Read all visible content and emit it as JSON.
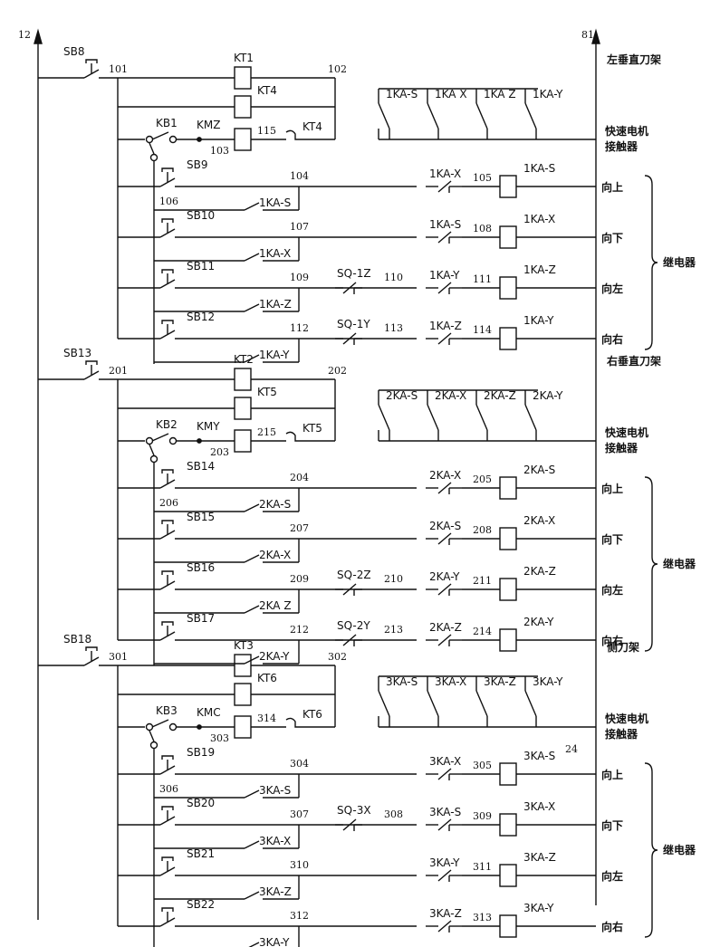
{
  "rails": {
    "left": "12",
    "right": "81"
  },
  "sections": [
    {
      "id": "s1",
      "title": "左垂直刀架",
      "motor_label": [
        "快速电机",
        "接触器"
      ],
      "start_button": "SB8",
      "node_in": "101",
      "node_out": "102",
      "timers": [
        "KT1",
        "KT4"
      ],
      "selector": "KB1",
      "contactor": "KMZ",
      "contactor_node": "103",
      "contactor_node2": "115",
      "timer_contact": "KT4",
      "contacts": [
        "1KA-S",
        "1KA X",
        "1KA Z",
        "1KA-Y"
      ],
      "group_label": "继电器",
      "rows": [
        {
          "button": "SB9",
          "node_a": "104",
          "node_seal": "106",
          "seal": "1KA-S",
          "limit": "",
          "node_lim": "",
          "interlock": "1KA-X",
          "node_b": "105",
          "relay": "1KA-S",
          "dir": "向上"
        },
        {
          "button": "SB10",
          "node_a": "107",
          "node_seal": "",
          "seal": "1KA-X",
          "limit": "",
          "node_lim": "",
          "interlock": "1KA-S",
          "node_b": "108",
          "relay": "1KA-X",
          "dir": "向下"
        },
        {
          "button": "SB11",
          "node_a": "109",
          "node_seal": "",
          "seal": "1KA-Z",
          "limit": "SQ-1Z",
          "node_lim": "110",
          "interlock": "1KA-Y",
          "node_b": "111",
          "relay": "1KA-Z",
          "dir": "向左"
        },
        {
          "button": "SB12",
          "node_a": "112",
          "node_seal": "",
          "seal": "1KA-Y",
          "limit": "SQ-1Y",
          "node_lim": "113",
          "interlock": "1KA-Z",
          "node_b": "114",
          "relay": "1KA-Y",
          "dir": "向右"
        }
      ]
    },
    {
      "id": "s2",
      "title": "右垂直刀架",
      "motor_label": [
        "快速电机",
        "接触器"
      ],
      "start_button": "SB13",
      "node_in": "201",
      "node_out": "202",
      "timers": [
        "KT2",
        "KT5"
      ],
      "selector": "KB2",
      "contactor": "KMY",
      "contactor_node": "203",
      "contactor_node2": "215",
      "timer_contact": "KT5",
      "contacts": [
        "2KA-S",
        "2KA-X",
        "2KA-Z",
        "2KA-Y"
      ],
      "group_label": "继电器",
      "rows": [
        {
          "button": "SB14",
          "node_a": "204",
          "node_seal": "206",
          "seal": "2KA-S",
          "limit": "",
          "node_lim": "",
          "interlock": "2KA-X",
          "node_b": "205",
          "relay": "2KA-S",
          "dir": "向上"
        },
        {
          "button": "SB15",
          "node_a": "207",
          "node_seal": "",
          "seal": "2KA-X",
          "limit": "",
          "node_lim": "",
          "interlock": "2KA-S",
          "node_b": "208",
          "relay": "2KA-X",
          "dir": "向下"
        },
        {
          "button": "SB16",
          "node_a": "209",
          "node_seal": "",
          "seal": "2KA Z",
          "limit": "SQ-2Z",
          "node_lim": "210",
          "interlock": "2KA-Y",
          "node_b": "211",
          "relay": "2KA-Z",
          "dir": "向左"
        },
        {
          "button": "SB17",
          "node_a": "212",
          "node_seal": "",
          "seal": "2KA-Y",
          "limit": "SQ-2Y",
          "node_lim": "213",
          "interlock": "2KA-Z",
          "node_b": "214",
          "relay": "2KA-Y",
          "dir": "向右"
        }
      ]
    },
    {
      "id": "s3",
      "title": "侧刀架",
      "motor_label": [
        "快速电机",
        "接触器"
      ],
      "start_button": "SB18",
      "node_in": "301",
      "node_out": "302",
      "timers": [
        "KT3",
        "KT6"
      ],
      "selector": "KB3",
      "contactor": "KMC",
      "contactor_node": "303",
      "contactor_node2": "314",
      "timer_contact": "KT6",
      "contacts": [
        "3KA-S",
        "3KA-X",
        "3KA-Z",
        "3KA-Y"
      ],
      "group_label": "继电器",
      "rows": [
        {
          "button": "SB19",
          "node_a": "304",
          "node_seal": "306",
          "seal": "3KA-S",
          "limit": "",
          "node_lim": "",
          "interlock": "3KA-X",
          "node_b": "305",
          "relay": "3KA-S",
          "dir": "向上"
        },
        {
          "button": "SB20",
          "node_a": "307",
          "node_seal": "",
          "seal": "3KA-X",
          "limit": "SQ-3X",
          "node_lim": "308",
          "interlock": "3KA-S",
          "node_b": "309",
          "relay": "3KA-X",
          "dir": "向下"
        },
        {
          "button": "SB21",
          "node_a": "310",
          "node_seal": "",
          "seal": "3KA-Z",
          "limit": "",
          "node_lim": "",
          "interlock": "3KA-Y",
          "node_b": "311",
          "relay": "3KA-Z",
          "dir": "向左"
        },
        {
          "button": "SB22",
          "node_a": "312",
          "node_seal": "",
          "seal": "3KA-Y",
          "limit": "",
          "node_lim": "",
          "interlock": "3KA-Z",
          "node_b": "313",
          "relay": "3KA-Y",
          "dir": "向右"
        }
      ]
    }
  ],
  "extra_node": "24"
}
